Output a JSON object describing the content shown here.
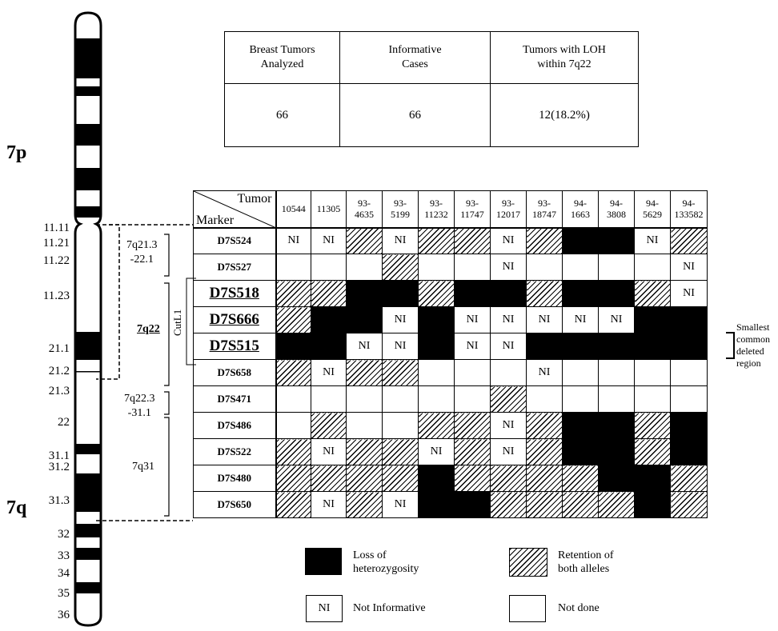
{
  "arm_labels": {
    "p": "7p",
    "q": "7q"
  },
  "band_labels": [
    "11.11",
    "11.21",
    "11.22",
    "11.23",
    "21.1",
    "21.2",
    "21.3",
    "22",
    "31.1",
    "31.2",
    "31.3",
    "32",
    "33",
    "34",
    "35",
    "36"
  ],
  "region_labels": {
    "r1": "7q21.3\n-22.1",
    "r2": "7q22",
    "cutl1": "CutL1",
    "r3": "7q22.3\n-31.1",
    "r4": "7q31"
  },
  "summary": {
    "headers": [
      "Breast Tumors\nAnalyzed",
      "Informative\nCases",
      "Tumors with LOH\nwithin 7q22"
    ],
    "values": [
      "66",
      "66",
      "12(18.2%)"
    ]
  },
  "grid": {
    "corner_tumor": "Tumor",
    "corner_marker": "Marker",
    "tumors": [
      "10544",
      "11305",
      "93-\n4635",
      "93-\n5199",
      "93-\n11232",
      "93-\n11747",
      "93-\n12017",
      "93-\n18747",
      "94-\n1663",
      "94-\n3808",
      "94-\n5629",
      "94-\n133582"
    ],
    "rows": [
      {
        "marker": "D7S524",
        "big": false,
        "cells": [
          "N",
          "N",
          "R",
          "N",
          "R",
          "R",
          "N",
          "R",
          "L",
          "L",
          "N",
          "R"
        ]
      },
      {
        "marker": "D7S527",
        "big": false,
        "cells": [
          "",
          "",
          "",
          "R",
          "",
          "",
          "N",
          "",
          "",
          "",
          "",
          "N"
        ]
      },
      {
        "marker": "D7S518",
        "big": true,
        "cells": [
          "R",
          "R",
          "L",
          "L",
          "R",
          "L",
          "L",
          "R",
          "L",
          "L",
          "R",
          "N"
        ]
      },
      {
        "marker": "D7S666",
        "big": true,
        "cells": [
          "R",
          "L",
          "L",
          "N",
          "L",
          "N",
          "N",
          "N",
          "N",
          "N",
          "L",
          "L"
        ]
      },
      {
        "marker": "D7S515",
        "big": true,
        "cells": [
          "L",
          "L",
          "N",
          "N",
          "L",
          "N",
          "N",
          "L",
          "L",
          "L",
          "L",
          "L"
        ]
      },
      {
        "marker": "D7S658",
        "big": false,
        "cells": [
          "R",
          "N",
          "R",
          "R",
          "",
          "",
          "",
          "N",
          "",
          "",
          "",
          ""
        ]
      },
      {
        "marker": "D7S471",
        "big": false,
        "cells": [
          "",
          "",
          "",
          "",
          "",
          "",
          "R",
          "",
          "",
          "",
          "",
          ""
        ]
      },
      {
        "marker": "D7S486",
        "big": false,
        "cells": [
          "",
          "R",
          "",
          "",
          "R",
          "R",
          "N",
          "R",
          "L",
          "L",
          "R",
          "L"
        ]
      },
      {
        "marker": "D7S522",
        "big": false,
        "cells": [
          "R",
          "N",
          "R",
          "R",
          "N",
          "R",
          "N",
          "R",
          "L",
          "L",
          "R",
          "L"
        ]
      },
      {
        "marker": "D7S480",
        "big": false,
        "cells": [
          "R",
          "R",
          "R",
          "R",
          "L",
          "R",
          "R",
          "R",
          "R",
          "L",
          "L",
          "R"
        ]
      },
      {
        "marker": "D7S650",
        "big": false,
        "cells": [
          "R",
          "N",
          "R",
          "N",
          "L",
          "L",
          "R",
          "R",
          "R",
          "R",
          "L",
          "R"
        ]
      }
    ],
    "ni_text": "NI"
  },
  "side_note": "Smallest\ncommon\ndeleted\nregion",
  "legend": {
    "loh": "Loss of\nheterozygosity",
    "retention": "Retention of\nboth alleles",
    "ni_box": "NI",
    "ni": "Not Informative",
    "notdone": "Not done"
  }
}
